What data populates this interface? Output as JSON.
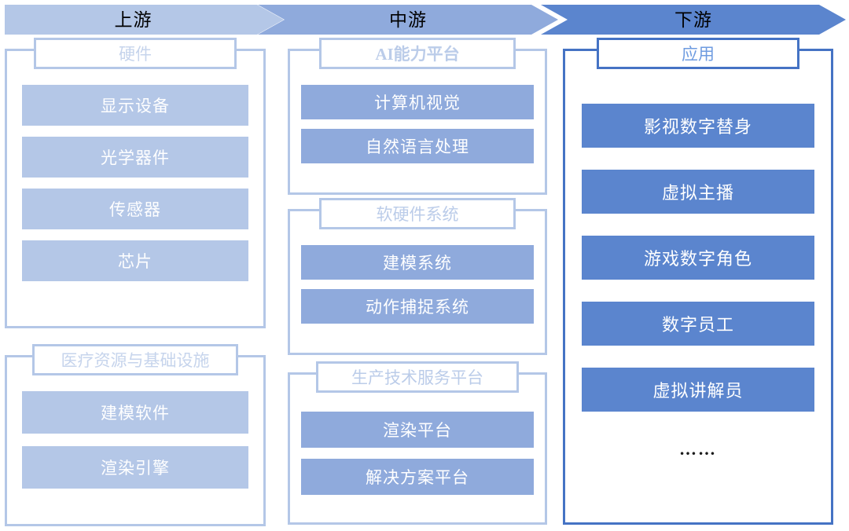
{
  "header": {
    "stages": [
      {
        "label": "上游",
        "color": "#B4C7E7"
      },
      {
        "label": "中游",
        "color": "#8FAADC"
      },
      {
        "label": "下游",
        "color": "#5B85CE"
      }
    ]
  },
  "columns": [
    {
      "id": "upstream",
      "stage": "上游",
      "tone": "light",
      "groups": [
        {
          "id": "hardware",
          "title": "硬件",
          "items": [
            "显示设备",
            "光学器件",
            "传感器",
            "芯片"
          ]
        },
        {
          "id": "medical",
          "title": "医疗资源与基础设施",
          "items": [
            "建模软件",
            "渲染引擎"
          ]
        }
      ]
    },
    {
      "id": "midstream",
      "stage": "中游",
      "tone": "mid",
      "groups": [
        {
          "id": "ai",
          "title": "AI能力平台",
          "items": [
            "计算机视觉",
            "自然语言处理"
          ]
        },
        {
          "id": "syshw",
          "title": "软硬件系统",
          "items": [
            "建模系统",
            "动作捕捉系统"
          ]
        },
        {
          "id": "prodtech",
          "title": "生产技术服务平台",
          "items": [
            "渲染平台",
            "解决方案平台"
          ]
        }
      ]
    },
    {
      "id": "downstream",
      "stage": "下游",
      "tone": "dark",
      "groups": [
        {
          "id": "app",
          "title": "应用",
          "items": [
            "影视数字替身",
            "虚拟主播",
            "游戏数字角色",
            "数字员工",
            "虚拟讲解员",
            "……"
          ]
        }
      ]
    }
  ],
  "colors": {
    "light_fill": "#B4C7E7",
    "mid_fill": "#8FAADC",
    "dark_fill": "#5B85CE",
    "light_border": "#B4C7E7",
    "dark_border": "#4573C4",
    "background": "#FFFFFF",
    "item_text": "#FFFFFF",
    "stage_text": "#000000"
  }
}
